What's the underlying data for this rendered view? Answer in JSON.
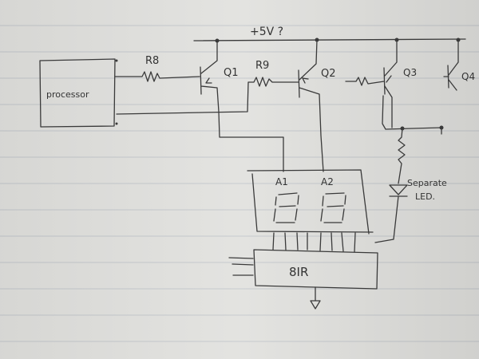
{
  "labels": {
    "supply": "+5V ?",
    "processor": "processor",
    "r8": "R8",
    "r9": "R9",
    "q1": "Q1",
    "q2": "Q2",
    "q3": "Q3",
    "q4": "Q4",
    "a1": "A1",
    "a2": "A2",
    "shift_register": "8IR",
    "separate_led_line1": "Separate",
    "separate_led_line2": "LED."
  },
  "colors": {
    "ink": "#3a3a3a",
    "paper": "#e2e2df",
    "rule": "#c4c8cc"
  }
}
